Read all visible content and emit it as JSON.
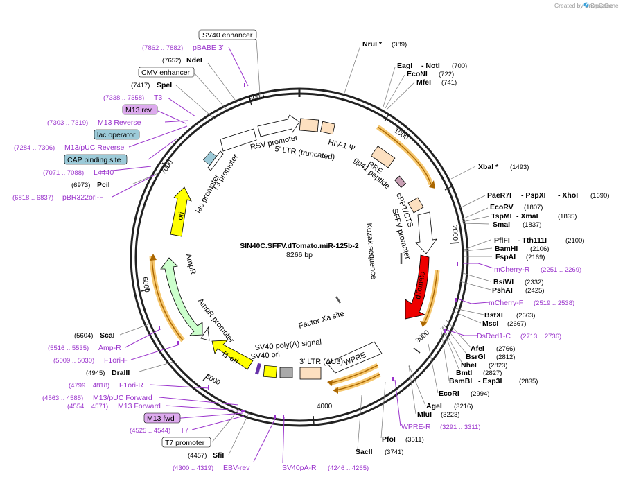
{
  "credit": "Created by SnapGene",
  "plasmid": {
    "name": "SIN40C.SFFV.dTomato.miR-125b-2",
    "length": "8266 bp"
  },
  "ticks": [
    "1000",
    "2000",
    "3000",
    "4000",
    "5000",
    "6000",
    "7000",
    "8000"
  ],
  "right_sites": [
    {
      "name": "NruI *",
      "pos": "(389)"
    },
    {
      "name": "EagI",
      "name2": "- NotI",
      "pos": "(700)"
    },
    {
      "name": "EcoNI",
      "pos": "(722)"
    },
    {
      "name": "MfeI",
      "pos": "(741)"
    },
    {
      "name": "XbaI *",
      "pos": "(1493)"
    },
    {
      "name": "PaeR7I",
      "name2": "- PspXI",
      "name3": "- XhoI",
      "pos": "(1690)"
    },
    {
      "name": "EcoRV",
      "pos": "(1807)"
    },
    {
      "name": "TspMI",
      "name2": "- XmaI",
      "pos": "(1835)"
    },
    {
      "name": "SmaI",
      "pos": "(1837)"
    },
    {
      "name": "PflFI",
      "name2": "- Tth111I",
      "pos": "(2100)"
    },
    {
      "name": "BamHI",
      "pos": "(2106)"
    },
    {
      "name": "FspAI",
      "pos": "(2169)"
    },
    {
      "name": "BsiWI",
      "pos": "(2332)"
    },
    {
      "name": "PshAI",
      "pos": "(2425)"
    },
    {
      "name": "BstXI",
      "pos": "(2663)"
    },
    {
      "name": "MscI",
      "pos": "(2667)"
    },
    {
      "name": "AfeI",
      "pos": "(2766)"
    },
    {
      "name": "BsrGI",
      "pos": "(2812)"
    },
    {
      "name": "NheI",
      "pos": "(2823)"
    },
    {
      "name": "BmtI",
      "pos": "(2827)"
    },
    {
      "name": "BsmBI",
      "name2": "- Esp3I",
      "pos": "(2835)"
    },
    {
      "name": "EcoRI",
      "pos": "(2994)"
    },
    {
      "name": "AgeI",
      "pos": "(3216)"
    },
    {
      "name": "MluI",
      "pos": "(3223)"
    },
    {
      "name": "PfoI",
      "pos": "(3511)"
    },
    {
      "name": "SacII",
      "pos": "(3741)"
    }
  ],
  "right_primers": [
    {
      "name": "mCherry-R",
      "pos": "(2251 .. 2269)"
    },
    {
      "name": "mCherry-F",
      "pos": "(2519 .. 2538)"
    },
    {
      "name": "DsRed1-C",
      "pos": "(2713 .. 2736)"
    },
    {
      "name": "WPRE-R",
      "pos": "(3291 .. 3311)"
    }
  ],
  "left_sites": [
    {
      "name": "NdeI",
      "pos": "(7652)"
    },
    {
      "name": "SpeI",
      "pos": "(7417)"
    },
    {
      "name": "PciI",
      "pos": "(6973)"
    },
    {
      "name": "ScaI",
      "pos": "(5604)"
    },
    {
      "name": "DraIII",
      "pos": "(4945)"
    },
    {
      "name": "SfiI",
      "pos": "(4457)"
    }
  ],
  "left_primers": [
    {
      "name": "pBABE 3'",
      "pos": "(7862 .. 7882)"
    },
    {
      "name": "T3",
      "pos": "(7338 .. 7358)"
    },
    {
      "name": "M13 Reverse",
      "pos": "(7303 .. 7319)"
    },
    {
      "name": "M13/pUC Reverse",
      "pos": "(7284 .. 7306)"
    },
    {
      "name": "L4440",
      "pos": "(7071 .. 7088)"
    },
    {
      "name": "pBR322ori-F",
      "pos": "(6818 .. 6837)"
    },
    {
      "name": "Amp-R",
      "pos": "(5516 .. 5535)"
    },
    {
      "name": "F1ori-F",
      "pos": "(5009 .. 5030)"
    },
    {
      "name": "F1ori-R",
      "pos": "(4799 .. 4818)"
    },
    {
      "name": "M13/pUC Forward",
      "pos": "(4563 .. 4585)"
    },
    {
      "name": "M13 Forward",
      "pos": "(4554 .. 4571)"
    },
    {
      "name": "T7",
      "pos": "(4525 .. 4544)"
    },
    {
      "name": "EBV-rev",
      "pos": "(4300 .. 4319)"
    },
    {
      "name": "SV40pA-R",
      "pos": "(4246 .. 4265)"
    }
  ],
  "boxed_labels": {
    "sv40_enhancer": "SV40 enhancer",
    "cmv_enhancer": "CMV enhancer",
    "m13_rev": "M13 rev",
    "lac_operator": "lac operator",
    "cap_binding_site": "CAP binding site",
    "m13_fwd": "M13 fwd",
    "t7_promoter": "T7 promoter"
  },
  "features": {
    "rsv_promoter": "RSV promoter",
    "ltr_5": "5' LTR (truncated)",
    "hiv1_psi": "HIV-1 Ψ",
    "rre": "RRE",
    "gp41": "gp41 peptide",
    "cppt": "cPPT/CTS",
    "sffv": "SFFV promoter",
    "kozak": "Kozak sequence",
    "dtomato": "dTomato",
    "factor_xa": "Factor Xa site",
    "wpre": "WPRE",
    "ltr_3": "3' LTR (ΔU3)",
    "sv40_polya": "SV40 poly(A) signal",
    "sv40_ori": "SV40 ori",
    "f1_ori": "f1 ori",
    "ampr_promoter": "AmpR promoter",
    "ampr": "AmpR",
    "ori": "ori",
    "lac_promoter": "lac promoter",
    "t3_promoter": "T3 promoter"
  },
  "colors": {
    "backbone": "#222222",
    "primer": "#9a33cc",
    "dtomato": "#ee0000",
    "ori": "#ffff00",
    "ampr": "#ccffcc",
    "ltr": "#fde0c0",
    "gp41": "#c8a0b4",
    "orf_highlight": "#f6c870",
    "orf_arrow": "#aa6600",
    "lac_operator": "#9ccad8",
    "m13_box": "#ddaaee"
  }
}
